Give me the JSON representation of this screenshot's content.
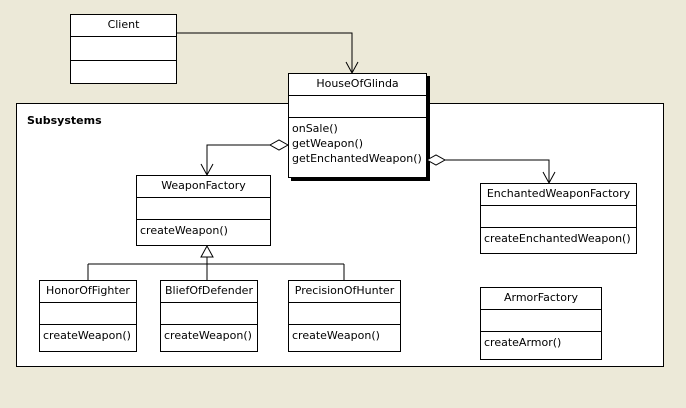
{
  "package": {
    "title": "Subsystems"
  },
  "classes": {
    "client": {
      "name": "Client",
      "operations": []
    },
    "house": {
      "name": "HouseOfGlinda",
      "operations": [
        "onSale()",
        "getWeapon()",
        "getEnchantedWeapon()"
      ]
    },
    "weaponFactory": {
      "name": "WeaponFactory",
      "operations": [
        "createWeapon()"
      ]
    },
    "enchanted": {
      "name": "EnchantedWeaponFactory",
      "operations": [
        "createEnchantedWeapon()"
      ]
    },
    "honor": {
      "name": "HonorOfFighter",
      "operations": [
        "createWeapon()"
      ]
    },
    "blief": {
      "name": "BliefOfDefender",
      "operations": [
        "createWeapon()"
      ]
    },
    "precision": {
      "name": "PrecisionOfHunter",
      "operations": [
        "createWeapon()"
      ]
    },
    "armor": {
      "name": "ArmorFactory",
      "operations": [
        "createArmor()"
      ]
    }
  }
}
